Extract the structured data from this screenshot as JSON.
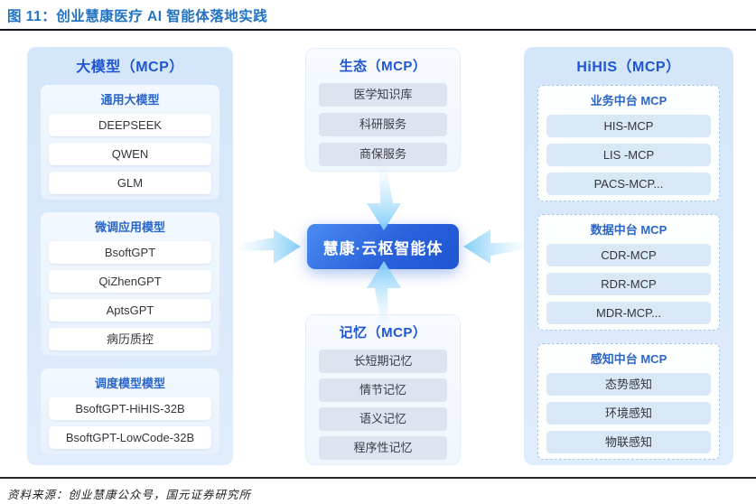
{
  "header": {
    "title": "图 11：创业慧康医疗 AI 智能体落地实践"
  },
  "footer": {
    "source": "资料来源：创业慧康公众号，国元证券研究所"
  },
  "colors": {
    "title_blue": "#2173c4",
    "panel_title_blue": "#1d55d3",
    "section_title_blue": "#2a66c9",
    "side_panel_bg": "#d7e8fb",
    "center_node_blue": "#2a62dc",
    "arrow_blue": "#86d0f8",
    "row_blue_bg": "#d9e8f7",
    "mid_row_bg": "#dde4f0"
  },
  "icons": {
    "arrow_left_to_center": "tapered-arrow-right",
    "arrow_right_to_center": "tapered-arrow-left",
    "arrow_top_to_center": "tapered-arrow-down",
    "arrow_bottom_to_center": "tapered-arrow-up"
  },
  "diagram": {
    "left_panel": {
      "title": "大模型（MCP）",
      "sections": [
        {
          "title": "通用大模型",
          "items": [
            "DEEPSEEK",
            "QWEN",
            "GLM"
          ]
        },
        {
          "title": "微调应用模型",
          "items": [
            "BsoftGPT",
            "QiZhenGPT",
            "AptsGPT",
            "病历质控"
          ]
        },
        {
          "title": "调度模型模型",
          "items": [
            "BsoftGPT-HiHIS-32B",
            "BsoftGPT-LowCode-32B"
          ]
        }
      ]
    },
    "eco_panel": {
      "title": "生态（MCP）",
      "items": [
        "医学知识库",
        "科研服务",
        "商保服务"
      ]
    },
    "center_node": {
      "label": "慧康·云枢智能体"
    },
    "memory_panel": {
      "title": "记忆（MCP）",
      "items": [
        "长短期记忆",
        "情节记忆",
        "语义记忆",
        "程序性记忆"
      ]
    },
    "right_panel": {
      "title": "HiHIS（MCP）",
      "sections": [
        {
          "title": "业务中台 MCP",
          "items": [
            "HIS-MCP",
            "LIS -MCP",
            "PACS-MCP..."
          ]
        },
        {
          "title": "数据中台 MCP",
          "items": [
            "CDR-MCP",
            "RDR-MCP",
            "MDR-MCP..."
          ]
        },
        {
          "title": "感知中台 MCP",
          "items": [
            "态势感知",
            "环境感知",
            "物联感知"
          ]
        }
      ]
    }
  }
}
